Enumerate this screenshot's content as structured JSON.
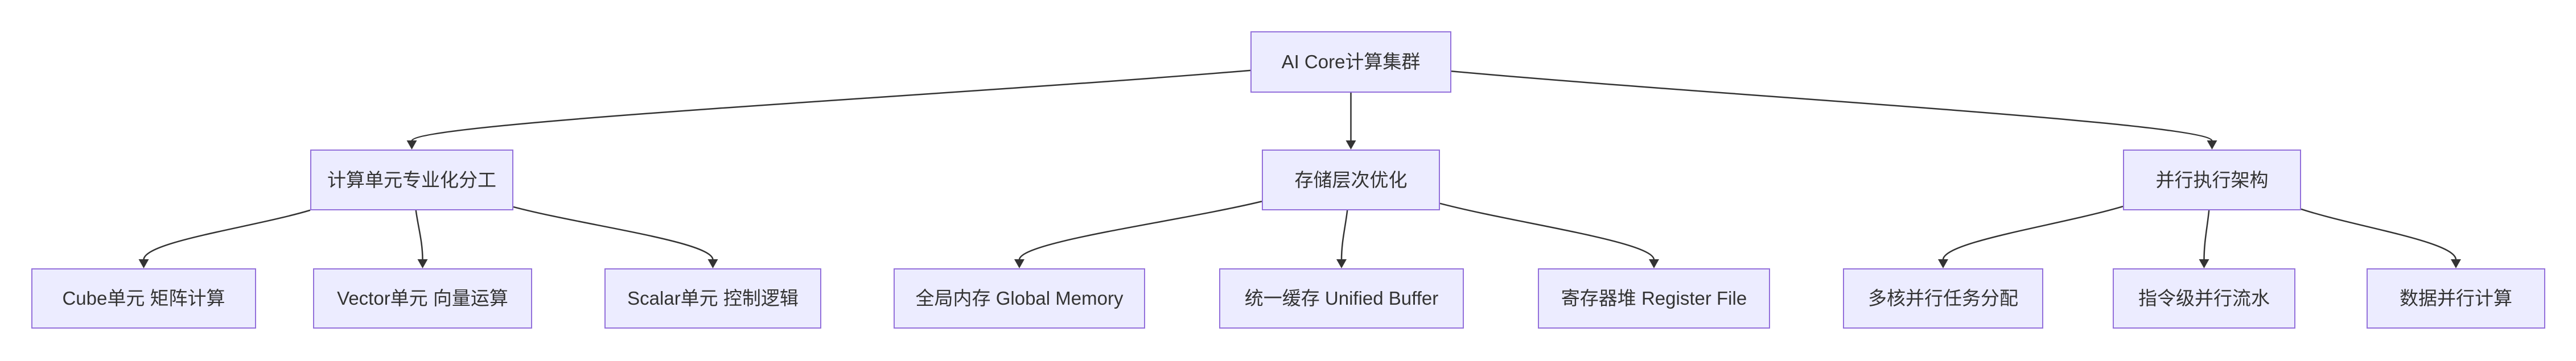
{
  "diagram": {
    "kind": "flowchart",
    "direction": "top-down",
    "colors": {
      "node_fill": "#ECECFF",
      "node_border": "#9370DB",
      "edge_stroke": "#333333",
      "text": "#333333",
      "background": "#ffffff"
    },
    "nodes": [
      {
        "id": "root",
        "label": "AI Core计算集群"
      },
      {
        "id": "compute",
        "label": "计算单元专业化分工"
      },
      {
        "id": "memory",
        "label": "存储层次优化"
      },
      {
        "id": "parallel",
        "label": "并行执行架构"
      },
      {
        "id": "cube",
        "label": "Cube单元 矩阵计算"
      },
      {
        "id": "vector",
        "label": "Vector单元 向量运算"
      },
      {
        "id": "scalar",
        "label": "Scalar单元 控制逻辑"
      },
      {
        "id": "gm",
        "label": "全局内存 Global Memory"
      },
      {
        "id": "ub",
        "label": "统一缓存 Unified Buffer"
      },
      {
        "id": "rf",
        "label": "寄存器堆 Register File"
      },
      {
        "id": "multicore",
        "label": "多核并行任务分配"
      },
      {
        "id": "ilp",
        "label": "指令级并行流水"
      },
      {
        "id": "dp",
        "label": "数据并行计算"
      }
    ],
    "edges": [
      [
        "root",
        "compute"
      ],
      [
        "root",
        "memory"
      ],
      [
        "root",
        "parallel"
      ],
      [
        "compute",
        "cube"
      ],
      [
        "compute",
        "vector"
      ],
      [
        "compute",
        "scalar"
      ],
      [
        "memory",
        "gm"
      ],
      [
        "memory",
        "ub"
      ],
      [
        "memory",
        "rf"
      ],
      [
        "parallel",
        "multicore"
      ],
      [
        "parallel",
        "ilp"
      ],
      [
        "parallel",
        "dp"
      ]
    ]
  }
}
